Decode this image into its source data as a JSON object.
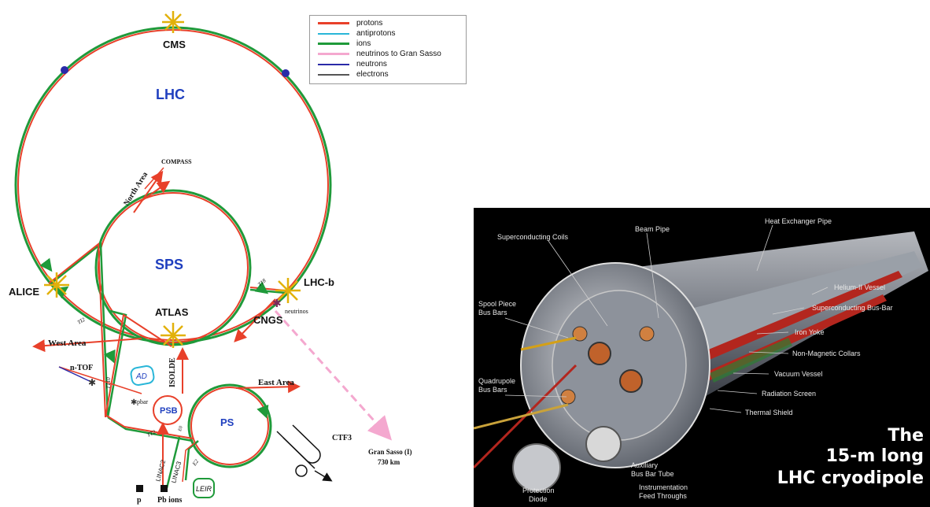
{
  "legend": {
    "items": [
      {
        "label": "protons",
        "color": "#e8402a"
      },
      {
        "label": "antiprotons",
        "color": "#29b6d8"
      },
      {
        "label": "ions",
        "color": "#1f9a3a"
      },
      {
        "label": "neutrinos to Gran Sasso",
        "color": "#f4a8cf"
      },
      {
        "label": "neutrons",
        "color": "#2a2aa8"
      },
      {
        "label": "electrons",
        "color": "#555555"
      }
    ]
  },
  "accelerators": {
    "lhc": "LHC",
    "sps": "SPS",
    "ps": "PS",
    "psb": "PSB",
    "ad": "AD",
    "leir": "LEIR"
  },
  "experiments": {
    "cms": "CMS",
    "alice": "ALICE",
    "atlas": "ATLAS",
    "lhcb": "LHC-b",
    "cngs": "CNGS",
    "compass": "COMPASS"
  },
  "areas": {
    "north_area": "North Area",
    "west_area": "West Area",
    "east_area": "East Area",
    "isolde": "ISOLDE",
    "ntof": "n-TOF",
    "ctf3": "CTF3",
    "neutrinos": "neutrinos",
    "pbar": "pbar",
    "gran_sasso": "Gran Sasso (I)",
    "gran_sasso_dist": "730 km"
  },
  "transfer_lines": {
    "t18": "T18",
    "t12": "TI2",
    "tt10": "TT10",
    "tt2": "TT2",
    "e0": "E0",
    "e2": "E2",
    "linac2": "LINAC2",
    "linac3": "LINAC3"
  },
  "sources": {
    "p": "p",
    "pb_ions": "Pb ions"
  },
  "cryodipole": {
    "labels": {
      "superconducting_coils": "Superconducting Coils",
      "beam_pipe": "Beam Pipe",
      "heat_exchanger_pipe": "Heat Exchanger Pipe",
      "helium_vessel": "Helium-II Vessel",
      "sc_bus_bar": "Superconducting Bus-Bar",
      "iron_yoke": "Iron Yoke",
      "non_magnetic_collars": "Non-Magnetic Collars",
      "vacuum_vessel": "Vacuum Vessel",
      "radiation_screen": "Radiation Screen",
      "thermal_shield": "Thermal Shield",
      "spool_piece_1": "Spool Piece",
      "spool_piece_2": "Bus Bars",
      "quadrupole_1": "Quadrupole",
      "quadrupole_2": "Bus Bars",
      "aux_bus_1": "Auxiliary",
      "aux_bus_2": "Bus Bar Tube",
      "instrumentation_1": "Instrumentation",
      "instrumentation_2": "Feed Throughs",
      "protection_1": "Protection",
      "protection_2": "Diode"
    },
    "title_line1": "The",
    "title_line2": "15-m long",
    "title_line3": "LHC cryodipole"
  }
}
